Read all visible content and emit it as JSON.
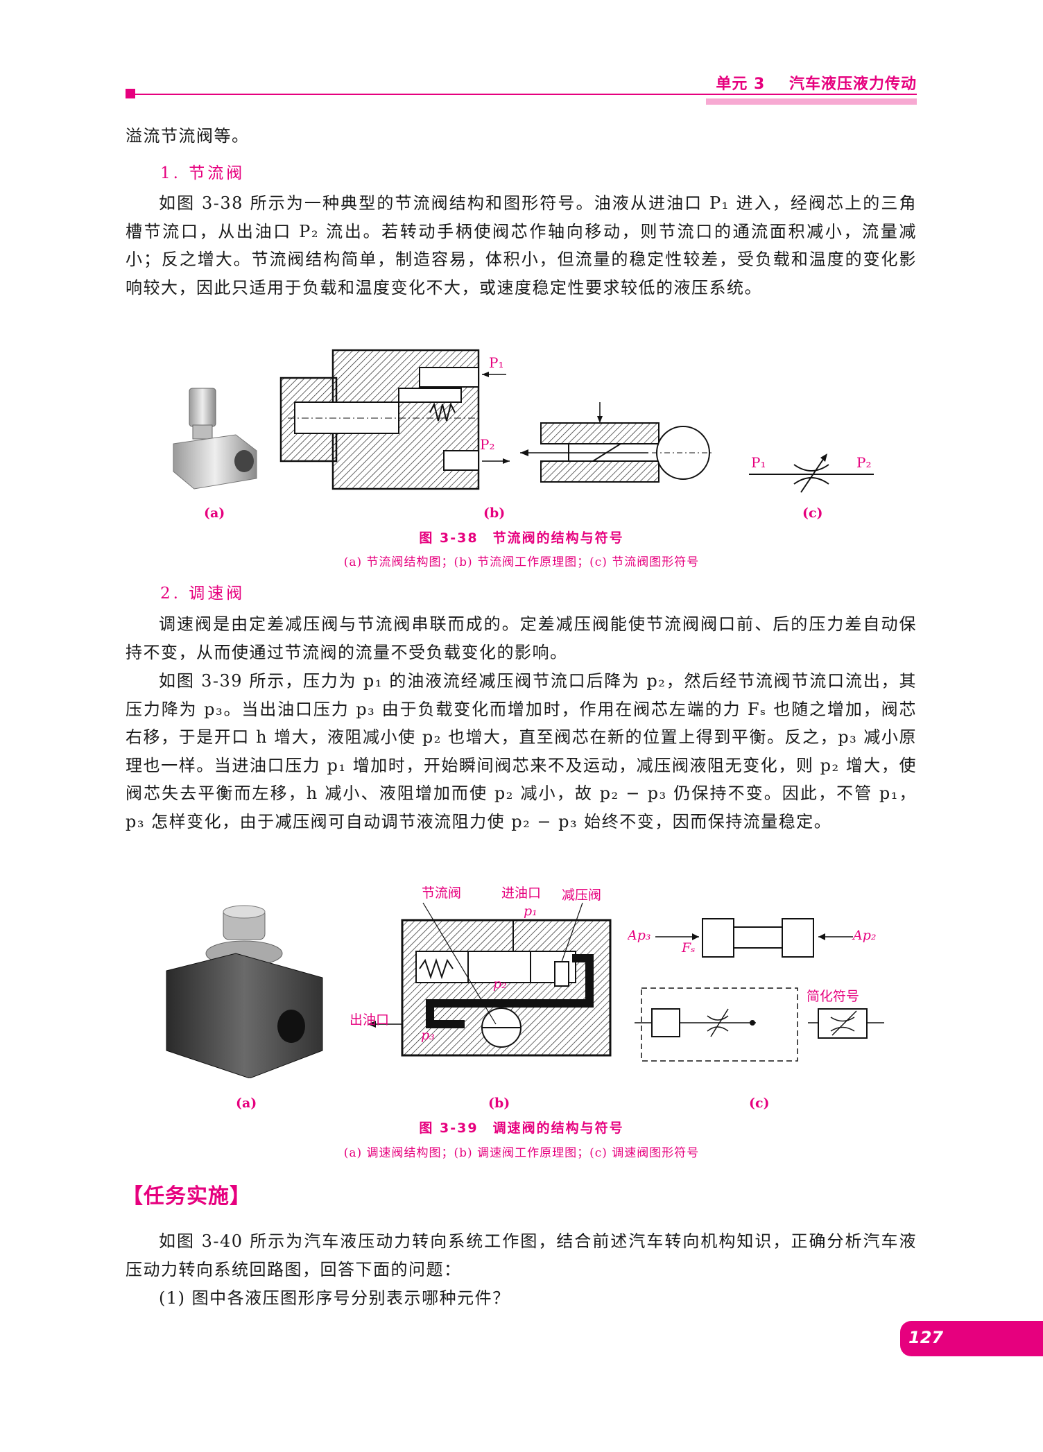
{
  "header": {
    "unit": "单元 3",
    "title": "汽车液压液力传动"
  },
  "paragraphs": {
    "p0": "溢流节流阀等。",
    "h1": "1. 节流阀",
    "p1": "如图 3-38 所示为一种典型的节流阀结构和图形符号。油液从进油口 P₁ 进入，经阀芯上的三角槽节流口，从出油口 P₂ 流出。若转动手柄使阀芯作轴向移动，则节流口的通流面积减小，流量减小；反之增大。节流阀结构简单，制造容易，体积小，但流量的稳定性较差，受负载和温度的变化影响较大，因此只适用于负载和温度变化不大，或速度稳定性要求较低的液压系统。",
    "h2": "2. 调速阀",
    "p2": "调速阀是由定差减压阀与节流阀串联而成的。定差减压阀能使节流阀阀口前、后的压力差自动保持不变，从而使通过节流阀的流量不受负载变化的影响。",
    "p3": "如图 3-39 所示，压力为 p₁ 的油液流经减压阀节流口后降为 p₂，然后经节流阀节流口流出，其压力降为 p₃。当出油口压力 p₃ 由于负载变化而增加时，作用在阀芯左端的力 Fₛ 也随之增加，阀芯右移，于是开口 h 增大，液阻减小使 p₂ 也增大，直至阀芯在新的位置上得到平衡。反之，p₃ 减小原理也一样。当进油口压力 p₁ 增加时，开始瞬间阀芯来不及运动，减压阀液阻无变化，则 p₂ 增大，使阀芯失去平衡而左移，h 减小、液阻增加而使 p₂ 减小，故 p₂ − p₃ 仍保持不变。因此，不管 p₁，p₃ 怎样变化，由于减压阀可自动调节液流阻力使 p₂ − p₃ 始终不变，因而保持流量稳定。",
    "task": "【任务实施】",
    "p4": "如图 3-40 所示为汽车液压动力转向系统工作图，结合前述汽车转向机构知识，正确分析汽车液压动力转向系统回路图，回答下面的问题：",
    "p5": "(1) 图中各液压图形序号分别表示哪种元件？"
  },
  "fig38": {
    "sub_a": "(a)",
    "sub_b": "(b)",
    "sub_c": "(c)",
    "title": "图 3-38　节流阀的结构与符号",
    "caption": "(a) 节流阀结构图；(b) 节流阀工作原理图；(c) 节流阀图形符号",
    "labels": {
      "p1": "P₁",
      "p2": "P₂"
    }
  },
  "fig39": {
    "sub_a": "(a)",
    "sub_b": "(b)",
    "sub_c": "(c)",
    "title": "图 3-39　调速阀的结构与符号",
    "caption": "(a) 调速阀结构图；(b) 调速阀工作原理图；(c) 调速阀图形符号",
    "labels": {
      "throttle": "节流阀",
      "inlet": "进油口",
      "reducer": "减压阀",
      "outlet": "出油口",
      "p1": "p₁",
      "p2": "p₂",
      "p3": "p₃",
      "ap3": "Ap₃",
      "ap2": "Ap₂",
      "fs": "Fₛ",
      "simplified": "简化符号"
    }
  },
  "page_number": "127"
}
